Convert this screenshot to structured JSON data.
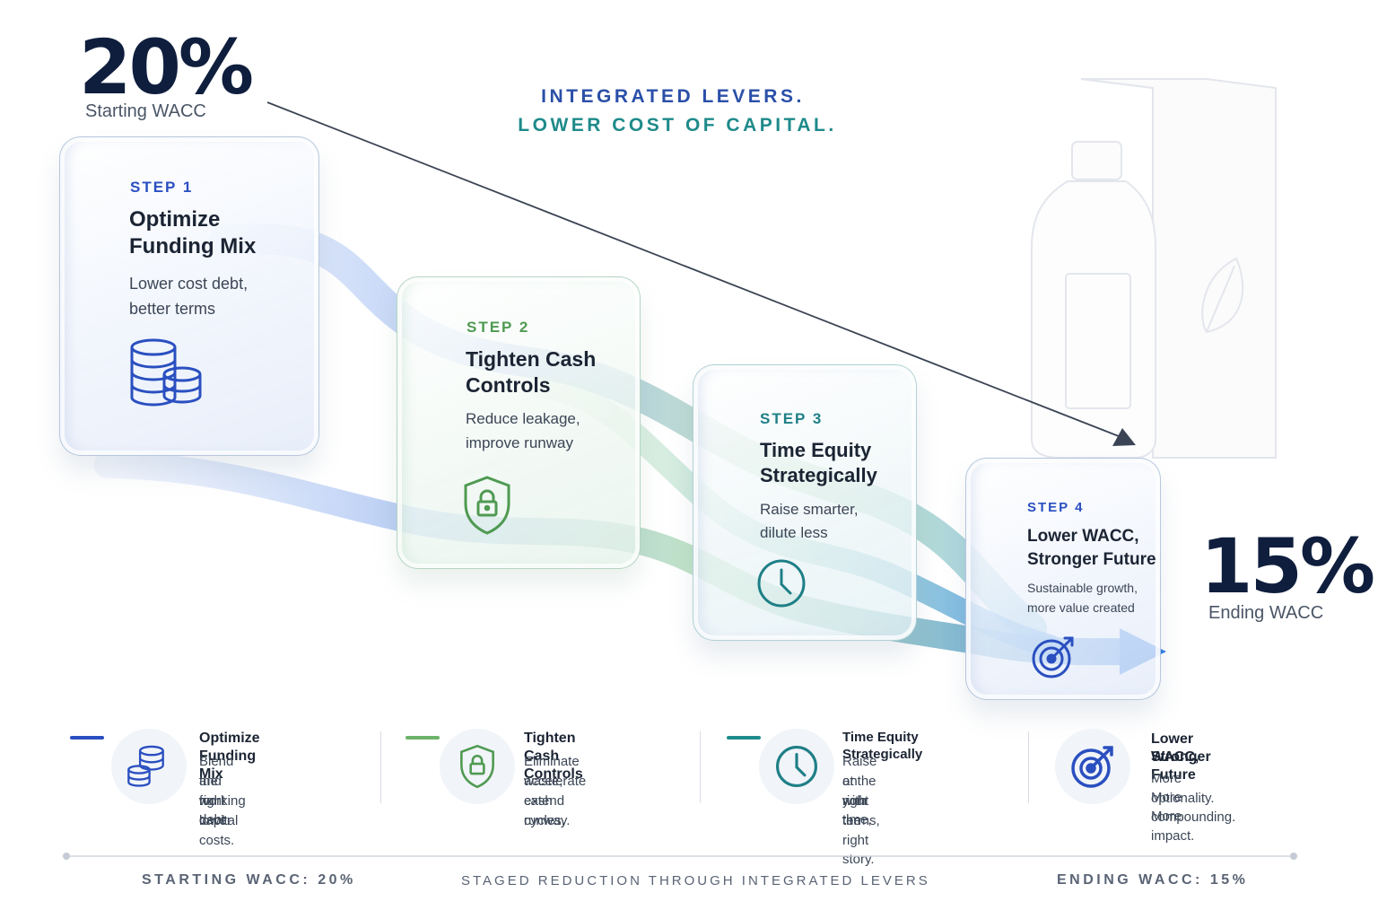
{
  "start": {
    "value": "20%",
    "label": "Starting WACC"
  },
  "end": {
    "value": "15%",
    "label": "Ending WACC"
  },
  "headline": {
    "line1": "INTEGRATED LEVERS.",
    "line2": "LOWER COST OF CAPITAL."
  },
  "steps": [
    {
      "label": "STEP 1",
      "title_1": "Optimize",
      "title_2": "Funding Mix",
      "desc_1": "Lower cost debt,",
      "desc_2": "better terms",
      "icon": "coins-icon"
    },
    {
      "label": "STEP 2",
      "title_1": "Tighten Cash",
      "title_2": "Controls",
      "desc_1": "Reduce leakage,",
      "desc_2": "improve runway",
      "icon": "shield-lock-icon"
    },
    {
      "label": "STEP 3",
      "title_1": "Time Equity",
      "title_2": "Strategically",
      "desc_1": "Raise smarter,",
      "desc_2": "dilute less",
      "icon": "clock-icon"
    },
    {
      "label": "STEP 4",
      "title_1": "Lower WACC,",
      "title_2": "Stronger Future",
      "desc_1": "Sustainable growth,",
      "desc_2": "more value created",
      "icon": "target-icon"
    }
  ],
  "legend": [
    {
      "title_1": "Optimize Funding Mix",
      "title_2": "",
      "desc_1": "Blend the right debt",
      "desc_2": "and working capital",
      "desc_3": "for lower costs.",
      "icon": "coins-icon"
    },
    {
      "title_1": "Tighten Cash Controls",
      "title_2": "",
      "desc_1": "Eliminate waste,",
      "desc_2": "accelerate cash cycles,",
      "desc_3": "extend runway.",
      "icon": "shield-lock-icon"
    },
    {
      "title_1": "Time Equity Strategically",
      "title_2": "",
      "desc_1": "Raise at the right time,",
      "desc_2": "on your terms,",
      "desc_3": "with the right story.",
      "icon": "clock-icon"
    },
    {
      "title_1": "Lower WACC,",
      "title_2": "Stronger Future",
      "desc_1": "More optionality.",
      "desc_2": "More compounding.",
      "desc_3": "More impact.",
      "icon": "target-icon"
    }
  ],
  "footer": {
    "left": "STARTING WACC: 20%",
    "center": "STAGED REDUCTION THROUGH INTEGRATED LEVERS",
    "right": "ENDING WACC: 15%"
  },
  "colors": {
    "navy": "#0f1e3d",
    "blue": "#2a4fc0",
    "green": "#4f9a52",
    "teal": "#1e7f86",
    "headline_blue": "#2a4fa8",
    "headline_teal": "#1f8a8a"
  }
}
